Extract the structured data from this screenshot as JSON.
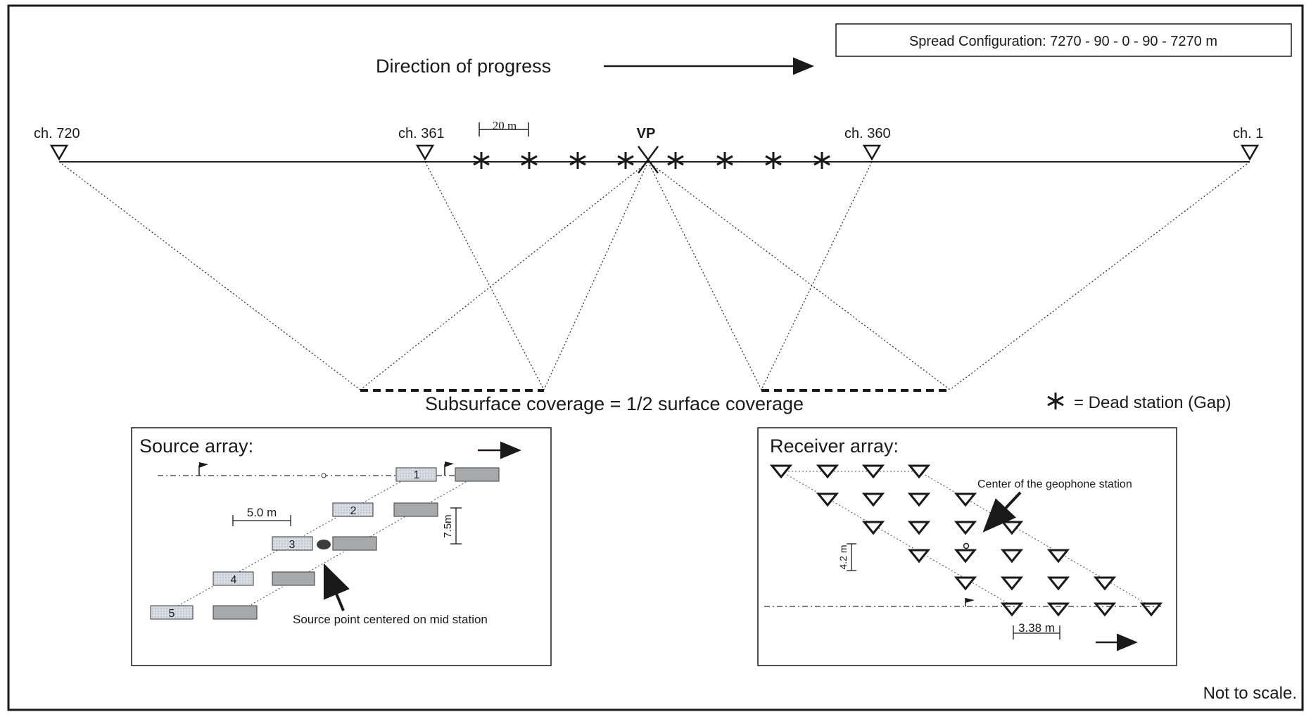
{
  "spread_config": "Spread Configuration:  7270 - 90 - 0 - 90 - 7270 m",
  "direction_label": "Direction of progress",
  "channels": {
    "ch720": "ch. 720",
    "ch361": "ch. 361",
    "ch360": "ch. 360",
    "ch1": "ch. 1"
  },
  "vp_label": "VP",
  "scale_20m": "20 m",
  "subsurface_label": "Subsurface coverage = 1/2 surface coverage",
  "dead_station_legend": "= Dead station (Gap)",
  "source_array": {
    "title": "Source array:",
    "dim_horizontal": "5.0 m",
    "dim_vertical": "7.5m",
    "vibrators": [
      "1",
      "2",
      "3",
      "4",
      "5"
    ],
    "caption": "Source point centered on mid station"
  },
  "receiver_array": {
    "title": "Receiver array:",
    "center_label": "Center of the geophone station",
    "dim_vertical": "4.2 m",
    "dim_horizontal": "3.38 m"
  },
  "not_to_scale": "Not to scale."
}
